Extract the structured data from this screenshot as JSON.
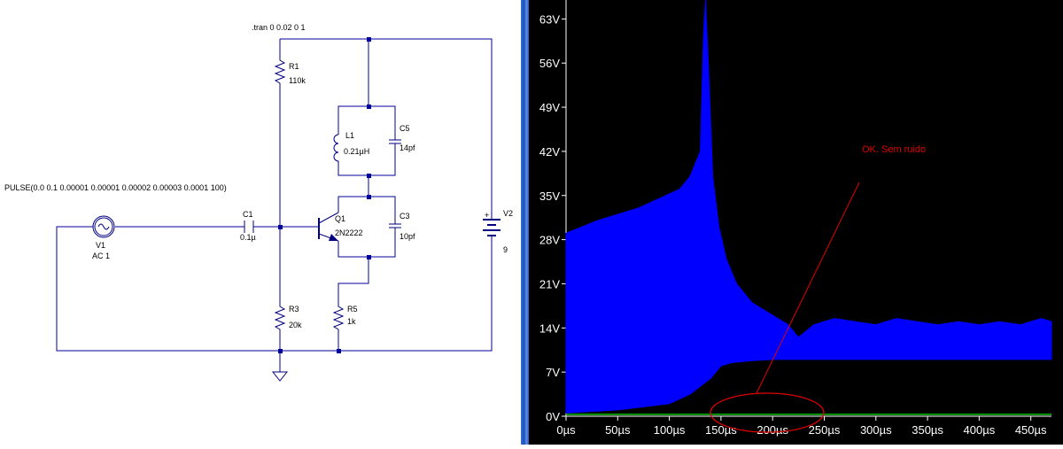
{
  "schematic": {
    "directive": ".tran 0 0.02 0 1",
    "source_expr": "PULSE(0.0 0.1 0.00001 0.00001 0.00002 0.00003 0.0001 100)",
    "components": {
      "V1": {
        "name": "V1",
        "value": "AC 1"
      },
      "C1": {
        "name": "C1",
        "value": "0.1µ"
      },
      "R1": {
        "name": "R1",
        "value": "110k"
      },
      "R3": {
        "name": "R3",
        "value": "20k"
      },
      "L1": {
        "name": "L1",
        "value": "0.21µH"
      },
      "C5": {
        "name": "C5",
        "value": "14pf"
      },
      "Q1": {
        "name": "Q1",
        "value": "2N2222"
      },
      "C3": {
        "name": "C3",
        "value": "10pf"
      },
      "R5": {
        "name": "R5",
        "value": "1k"
      },
      "V2": {
        "name": "V2",
        "value": "9",
        "polarity": "+"
      }
    },
    "colors": {
      "wire": "#00009c",
      "component": "#000080",
      "node": "#00009c"
    }
  },
  "waveform": {
    "annotation": "OK. Sem ruido",
    "colors": {
      "background": "#000000",
      "trace": "#0000ff",
      "flat_trace": "#00c000",
      "annotation": "#e00000",
      "axis_text": "#ffffff"
    },
    "chart_data": {
      "type": "area",
      "x_unit": "µs",
      "xlim": [
        0,
        470
      ],
      "ylim": [
        0,
        66
      ],
      "y_unit": "V",
      "y_ticks": [
        {
          "value": 0,
          "label": "0V"
        },
        {
          "value": 7,
          "label": "7V"
        },
        {
          "value": 14,
          "label": "14V"
        },
        {
          "value": 21,
          "label": "21V"
        },
        {
          "value": 28,
          "label": "28V"
        },
        {
          "value": 35,
          "label": "35V"
        },
        {
          "value": 42,
          "label": "42V"
        },
        {
          "value": 49,
          "label": "49V"
        },
        {
          "value": 56,
          "label": "56V"
        },
        {
          "value": 63,
          "label": "63V"
        }
      ],
      "x_ticks": [
        {
          "value": 0,
          "label": "0µs"
        },
        {
          "value": 50,
          "label": "50µs"
        },
        {
          "value": 100,
          "label": "100µs"
        },
        {
          "value": 150,
          "label": "150µs"
        },
        {
          "value": 200,
          "label": "200µs"
        },
        {
          "value": 250,
          "label": "250µs"
        },
        {
          "value": 300,
          "label": "300µs"
        },
        {
          "value": 350,
          "label": "350µs"
        },
        {
          "value": 400,
          "label": "400µs"
        },
        {
          "value": 450,
          "label": "450µs"
        }
      ],
      "series": [
        {
          "role": "envelope-upper",
          "x": [
            0,
            15,
            30,
            50,
            70,
            90,
            110,
            120,
            130,
            133,
            135,
            138,
            142,
            148,
            155,
            165,
            180,
            200,
            215,
            225,
            240,
            260,
            280,
            300,
            320,
            340,
            360,
            380,
            400,
            420,
            440,
            460,
            470
          ],
          "y": [
            29,
            30,
            31,
            32,
            33,
            34.5,
            36,
            38,
            42,
            60,
            66,
            55,
            38,
            30,
            25,
            21,
            18,
            16,
            14.5,
            12.5,
            14.5,
            15.5,
            15,
            14.5,
            15.5,
            15,
            14.5,
            15,
            14.5,
            15,
            14.5,
            15.5,
            15
          ]
        },
        {
          "role": "envelope-lower",
          "x": [
            0,
            50,
            100,
            120,
            140,
            150,
            160,
            180,
            200,
            250,
            300,
            350,
            400,
            450,
            470
          ],
          "y": [
            0.5,
            1,
            2,
            3.5,
            6,
            8,
            8.5,
            8.8,
            9,
            9,
            9,
            9,
            9,
            9,
            9
          ]
        },
        {
          "role": "flat",
          "x": [
            0,
            470
          ],
          "y": [
            0.3,
            0.3
          ]
        }
      ]
    }
  }
}
